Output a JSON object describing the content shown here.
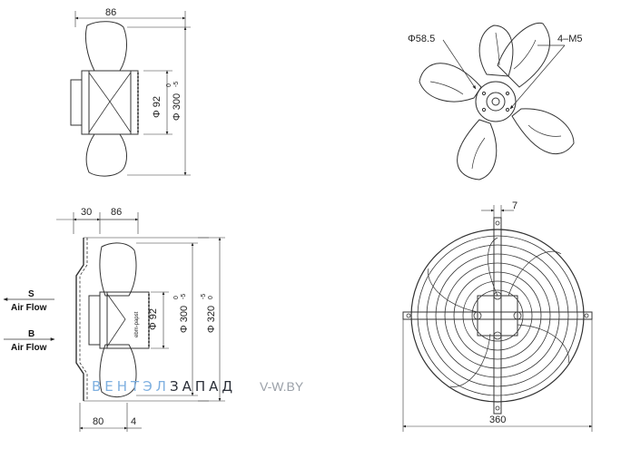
{
  "top_left_view": {
    "width_dim": "86",
    "hub_diameter": "Φ 92",
    "fan_diameter": "Φ 300",
    "fan_tol_upper": "0",
    "fan_tol_lower": "-5"
  },
  "top_right_view": {
    "center_diameter": "Φ58.5",
    "holes_label": "4–M5"
  },
  "bottom_left_view": {
    "dim_left": "30",
    "dim_right": "86",
    "dim_bottom_left": "80",
    "dim_bottom_right": "4",
    "hub_diameter": "Φ 92",
    "fan_diameter": "Φ 300",
    "fan_tol_upper": "0",
    "fan_tol_lower": "-5",
    "guard_diameter": "Φ 320",
    "guard_tol_upper": "-5",
    "guard_tol_lower": "0",
    "hub_label": "ebm-papst"
  },
  "bottom_right_view": {
    "top_dim": "7",
    "width_dim": "360"
  },
  "airflow": {
    "s_letter": "S",
    "s_label": "Air Flow",
    "b_letter": "B",
    "b_label": "Air Flow"
  },
  "watermark": {
    "brand_part1": "ВЕНТЭЛ",
    "brand_part2": "ЗАПАД",
    "site": "V-W.BY",
    "color_part1": "#7fb0e0",
    "color_part2": "#2b2f38"
  }
}
